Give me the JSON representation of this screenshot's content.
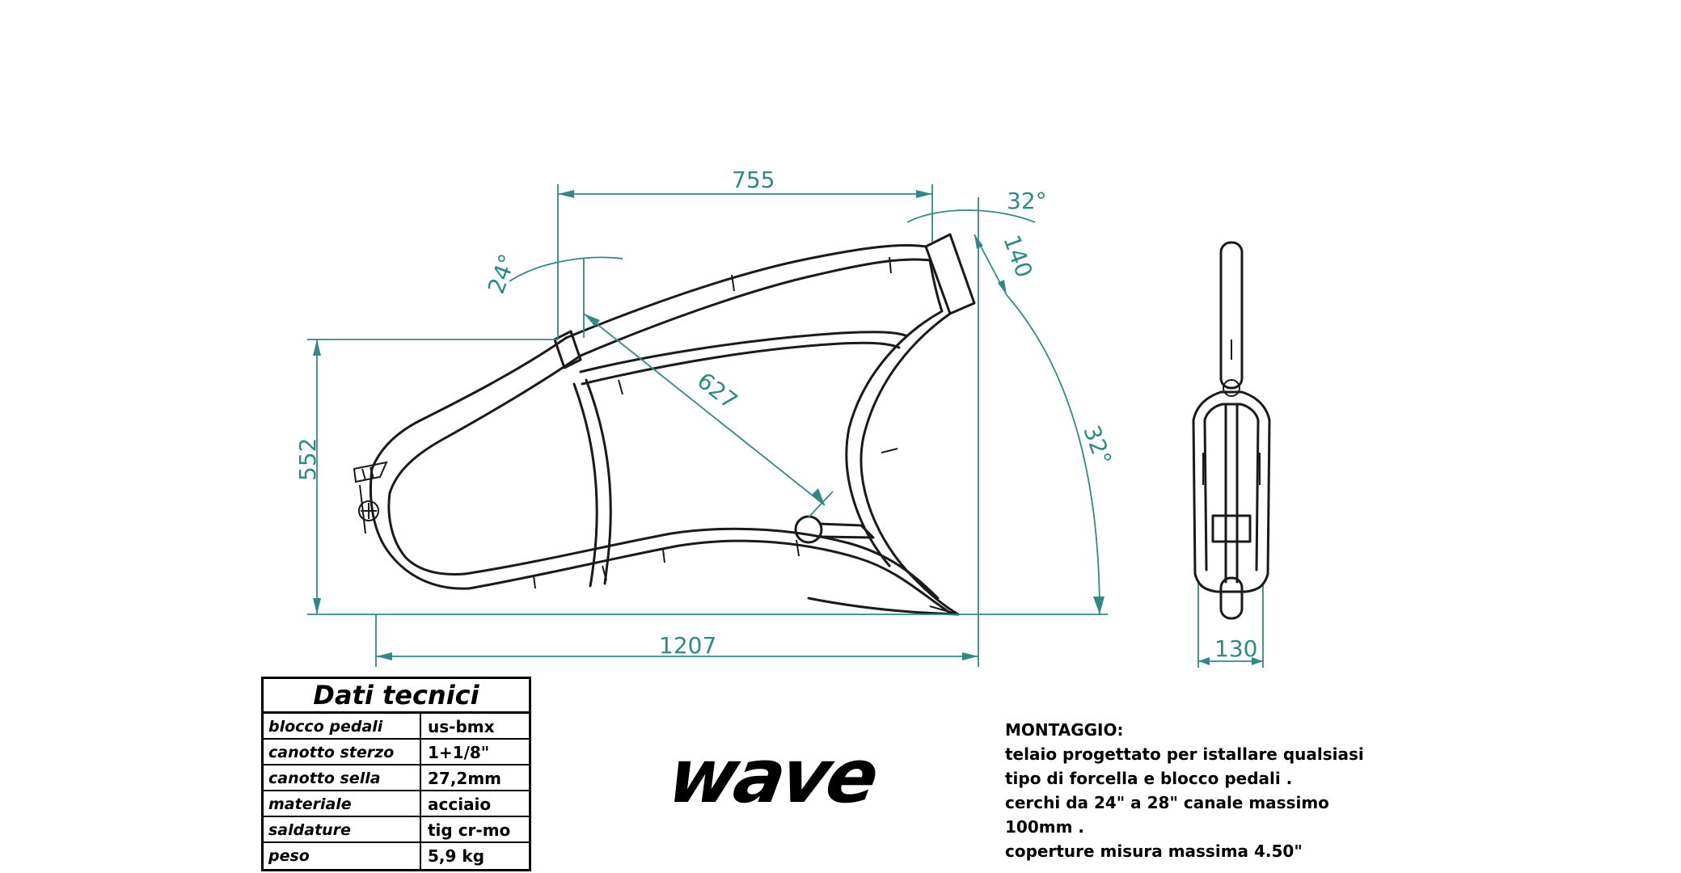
{
  "dimensions": {
    "top_length": "755",
    "head_angle": "32°",
    "head_tube_length": "140",
    "seat_angle": "24°",
    "diagonal": "627",
    "arc_angle": "32°",
    "height": "552",
    "total_length": "1207",
    "front_width": "130"
  },
  "tech_data": {
    "title": "Dati tecnici",
    "rows": [
      {
        "label": "blocco pedali",
        "value": "us-bmx"
      },
      {
        "label": "canotto sterzo",
        "value": "1+1/8\""
      },
      {
        "label": "canotto sella",
        "value": "27,2mm"
      },
      {
        "label": "materiale",
        "value": "acciaio"
      },
      {
        "label": "saldature",
        "value": "tig cr-mo"
      },
      {
        "label": "peso",
        "value": "5,9 kg"
      }
    ]
  },
  "logo": {
    "text": "wave"
  },
  "assembly": {
    "heading": "MONTAGGIO:",
    "lines": [
      "telaio progettato per istallare qualsiasi",
      "tipo di forcella e blocco pedali .",
      "cerchi da 24\" a 28\" canale massimo",
      "100mm .",
      "coperture misura massima 4.50\""
    ]
  },
  "colors": {
    "dimension": "#2f8a85",
    "frame": "#1a1a1a"
  }
}
